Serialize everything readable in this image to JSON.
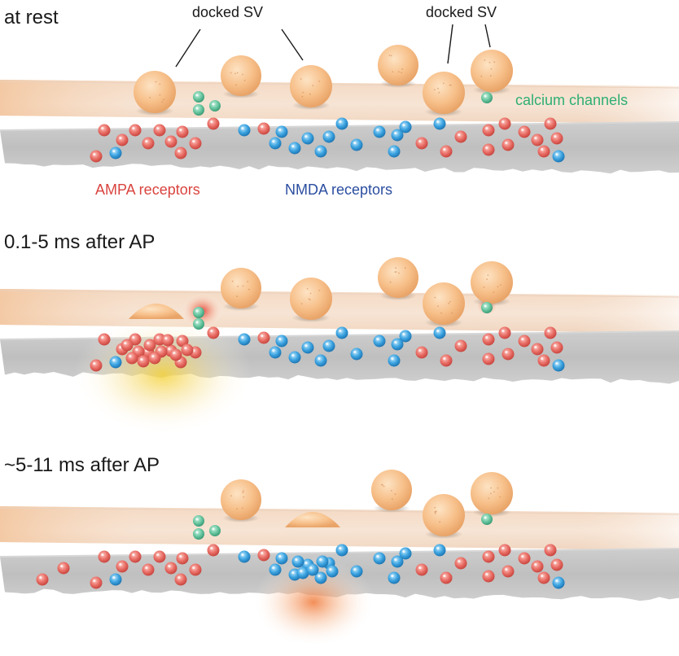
{
  "panels": [
    {
      "title": "at rest"
    },
    {
      "title": "0.1-5 ms after AP"
    },
    {
      "title": "~5-11 ms after AP"
    }
  ],
  "labels": {
    "docked_sv": "docked SV",
    "calcium_channels": "calcium channels",
    "ampa_receptors": "AMPA receptors",
    "nmda_receptors": "NMDA receptors"
  },
  "colors": {
    "presynaptic_membrane": "#f5dcc8",
    "postsynaptic_density": "#b9b9b9",
    "vesicle": "#f7c08a",
    "calcium_channel": "#5fbf9a",
    "ampa_receptor": "#e8706a",
    "nmda_receptor": "#3f9fdc",
    "release_glow": "#f5c430",
    "calcium_flash": "#e0302a",
    "label_calcium": "#2fae73",
    "label_ampa": "#d9443f",
    "label_nmda": "#2b4ea0"
  }
}
